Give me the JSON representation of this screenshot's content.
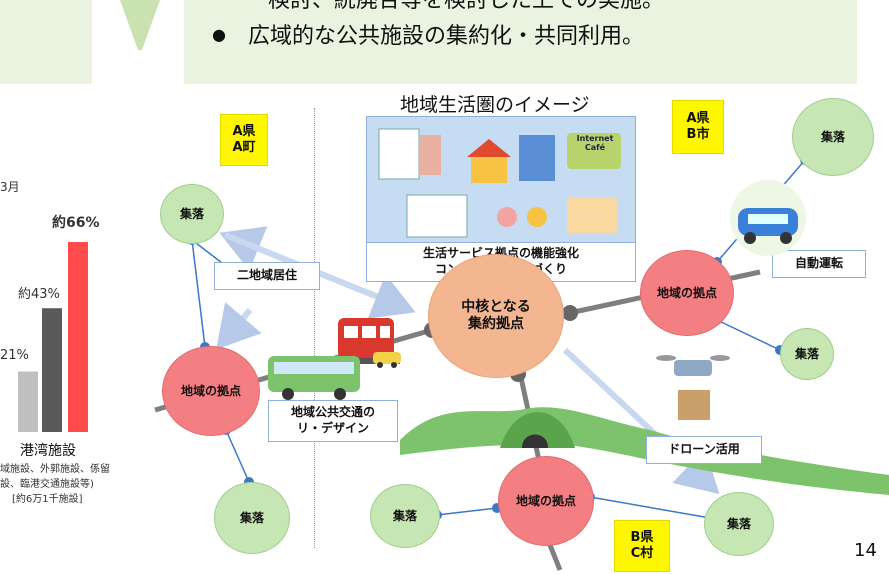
{
  "header": {
    "partial_line": "検討、統廃合等を検討した上での実施。",
    "bullet_text": "広域的な公共施設の集約化・共同利用。"
  },
  "diagram": {
    "title": "地域生活圏のイメージ",
    "regions": {
      "a_town": [
        "A県",
        "A町"
      ],
      "b_city": [
        "A県",
        "B市"
      ],
      "c_village": [
        "B県",
        "C村"
      ]
    },
    "core_hub": [
      "中核となる",
      "集約拠点"
    ],
    "regional_hub_label": "地域の拠点",
    "village_label": "集落",
    "service_caption": [
      "生活サービス拠点の機能強化",
      "コンパクトなまちづくり"
    ],
    "two_region_living": "二地域居住",
    "autonomous_driving": "自動運転",
    "public_transit": [
      "地域公共交通の",
      "リ・デザイン"
    ],
    "drone_use": "ドローン活用",
    "internet_sign": [
      "Internet",
      "Café"
    ]
  },
  "left_chart": {
    "date_fragment": "3月",
    "labels": [
      "21%",
      "約43%",
      "約66%"
    ],
    "category": "港湾施設",
    "note_lines": [
      "域施設、外郭施設、係留",
      "設、臨港交通施設等)",
      "[約6万1千施設]"
    ]
  },
  "page_number": "14",
  "chart_data": {
    "type": "bar",
    "categories": [
      "",
      "",
      ""
    ],
    "values": [
      21,
      43,
      66
    ],
    "colors": [
      "#bfbfbf",
      "#595959",
      "#ff4b4b"
    ],
    "title": "",
    "xlabel": "港湾施設",
    "ylabel": ""
  }
}
